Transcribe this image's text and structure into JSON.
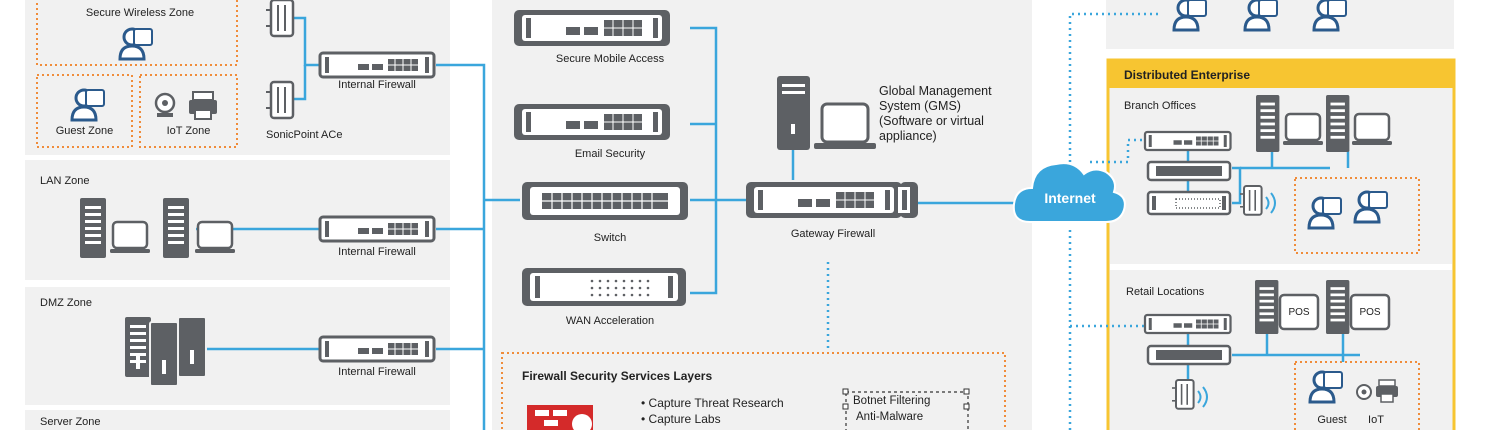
{
  "left_zones": {
    "secure_wireless": "Secure Wireless Zone",
    "guest": "Guest Zone",
    "iot": "IoT Zone",
    "lan": "LAN Zone",
    "dmz": "DMZ Zone",
    "server": "Server Zone"
  },
  "devices": {
    "sonicpoint": "SonicPoint ACe",
    "internal_firewall_1": "Internal Firewall",
    "internal_firewall_2": "Internal Firewall",
    "internal_firewall_3": "Internal Firewall",
    "secure_mobile_access": "Secure Mobile Access",
    "email_security": "Email Security",
    "switch": "Switch",
    "wan_acceleration": "WAN Acceleration",
    "gateway_firewall": "Gateway Firewall",
    "gms": "Global Management System (GMS) (Software or virtual appliance)",
    "internet": "Internet"
  },
  "services": {
    "title": "Firewall Security Services Layers",
    "list_a": [
      "• Capture Threat Research",
      "• Capture Labs"
    ],
    "list_b": [
      "Botnet Filtering",
      "Anti-Malware"
    ]
  },
  "distributed_enterprise": {
    "title": "Distributed Enterprise",
    "branch_offices": "Branch Offices",
    "retail_locations": "Retail Locations",
    "pos_1": "POS",
    "pos_2": "POS",
    "guest": "Guest",
    "iot": "IoT"
  },
  "colors": {
    "line_blue": "#3aa6dc",
    "device_gray": "#5d6064",
    "zone_orange": "#f08c3a",
    "enterprise_yellow": "#f7c531",
    "panel_gray": "#f1f1f1"
  }
}
